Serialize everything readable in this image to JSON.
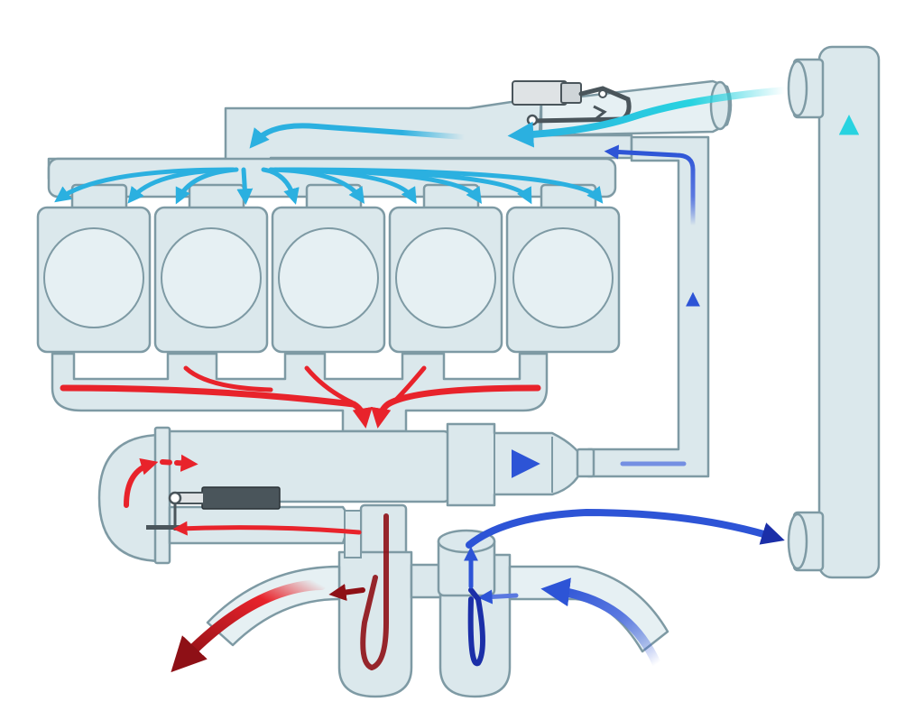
{
  "diagram": {
    "cylinders": [
      {
        "id": 1
      },
      {
        "id": 2
      },
      {
        "id": 3
      },
      {
        "id": 4
      },
      {
        "id": 5
      }
    ],
    "colors": {
      "component_fill": "#dbe8ec",
      "component_fill_light": "#e6f0f3",
      "component_stroke": "#7e9aa4",
      "exhaust_red": "#e8232b",
      "exhaust_dark_red": "#8e1016",
      "intake_light_blue": "#2bb0e0",
      "cyan": "#28d3e0",
      "intake_blue": "#2d54d6",
      "dark_blue": "#1b2fa8",
      "actuator_gray": "#4a555b"
    },
    "icons": [
      "throttle-valve-icon",
      "wastegate-actuator-icon"
    ]
  }
}
